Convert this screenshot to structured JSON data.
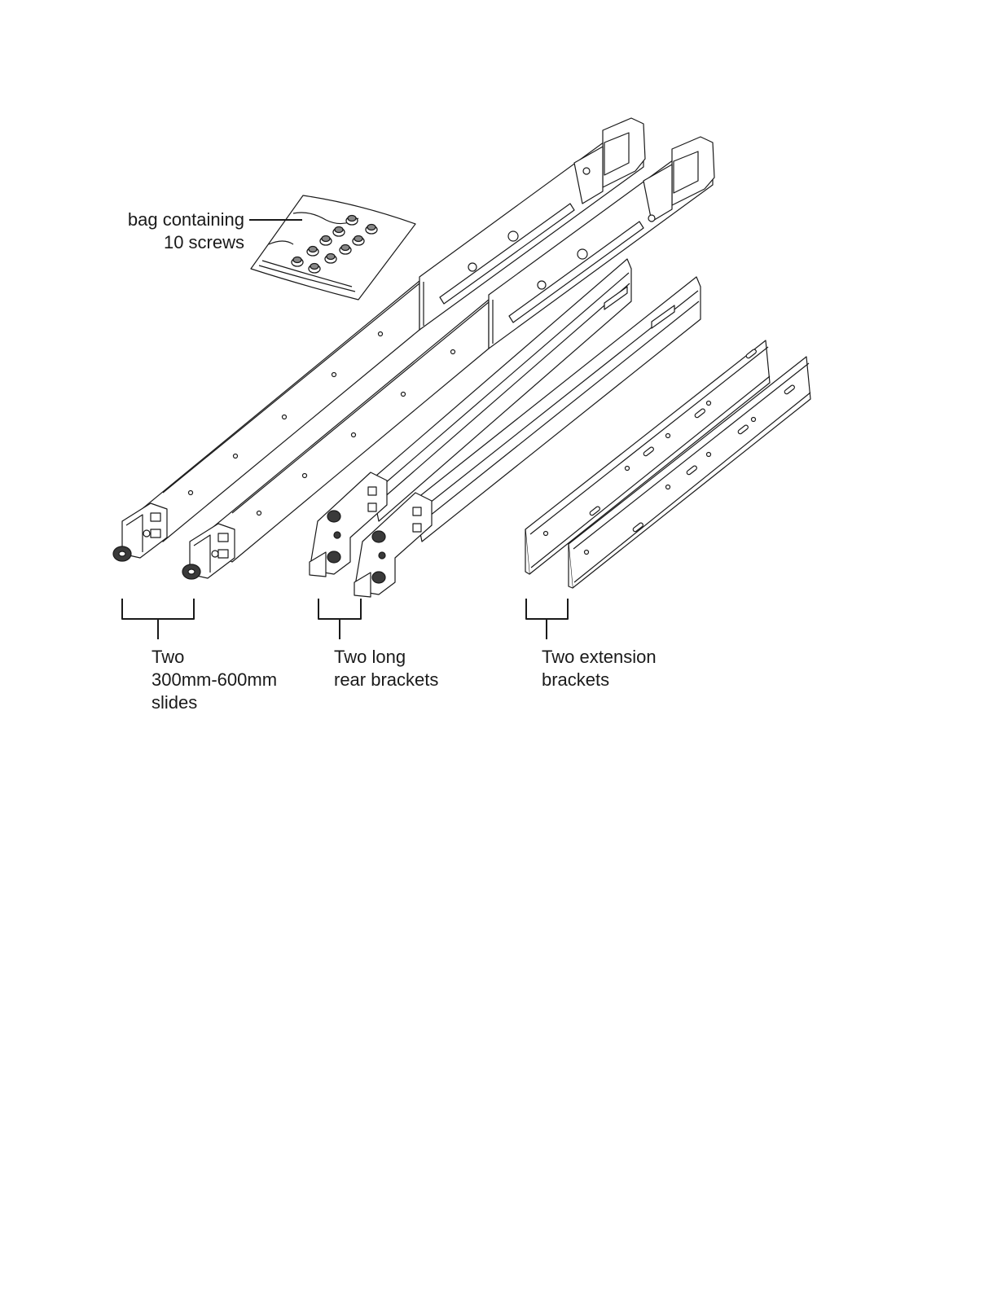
{
  "labels": {
    "bag": {
      "line1": "bag containing",
      "line2": "10 screws"
    },
    "slides": {
      "line1": "Two",
      "line2": "300mm-600mm",
      "line3": "slides"
    },
    "rear_brackets": {
      "line1": "Two long",
      "line2": "rear brackets"
    },
    "extension_brackets": {
      "line1": "Two extension",
      "line2": "brackets"
    }
  },
  "colors": {
    "line": "#1a1a1a",
    "fill": "#ffffff",
    "screw": "#3a3a3a"
  }
}
